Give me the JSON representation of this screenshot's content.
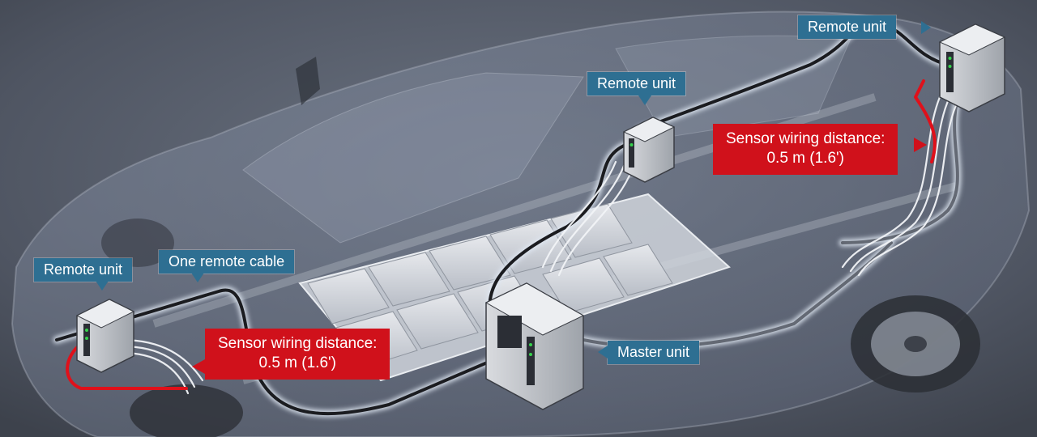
{
  "labels": {
    "remote_unit_left": "Remote unit",
    "one_remote_cable": "One remote cable",
    "remote_unit_center": "Remote unit",
    "remote_unit_right": "Remote unit",
    "master_unit": "Master unit"
  },
  "sensor_callouts": {
    "left": {
      "line1": "Sensor wiring distance:",
      "line2": "0.5 m (1.6')"
    },
    "right": {
      "line1": "Sensor wiring distance:",
      "line2": "0.5 m (1.6')"
    }
  },
  "colors": {
    "callout_blue": "#2e6f92",
    "callout_red": "#d0111b",
    "cable_black": "#1b1c20",
    "sensor_wire_red": "#e0101a",
    "cable_glow": "#dfe7f2",
    "background": "#59606d"
  }
}
